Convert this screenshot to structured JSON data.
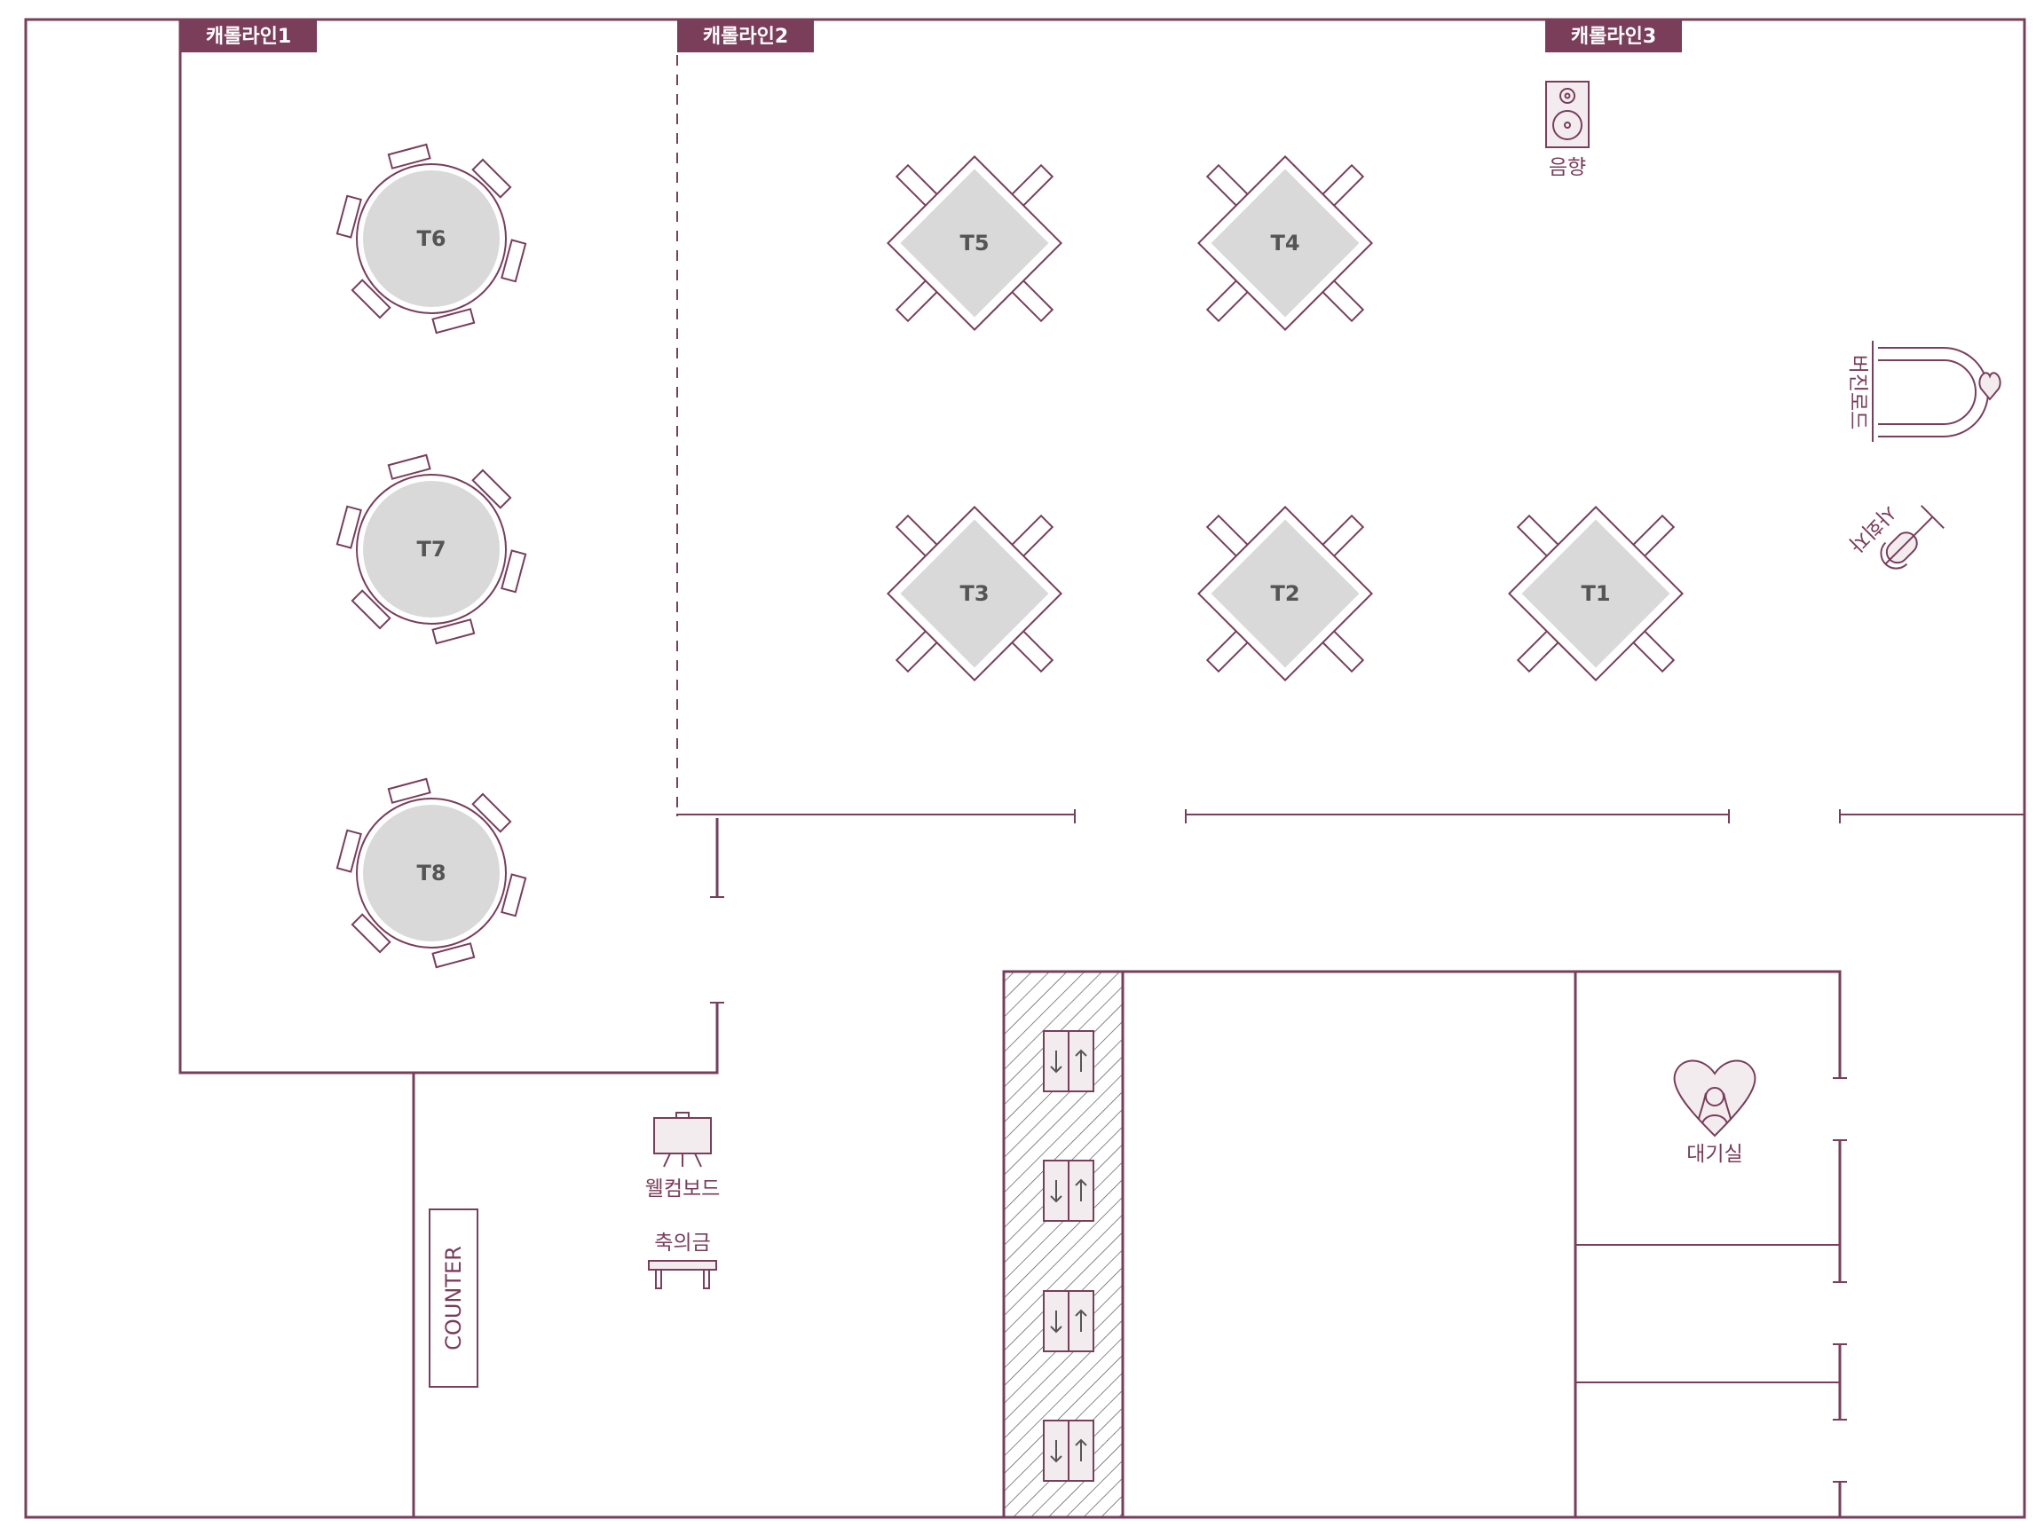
{
  "theme": {
    "line": "#7a3d5a",
    "tag_bg": "#7a3d5a",
    "tag_text": "#ffffff",
    "table_fill": "#d9d9d9",
    "table_label": "#555555",
    "label": "#7a3d5a",
    "hatch": "#555555"
  },
  "zones": [
    {
      "id": "carol1",
      "label": "캐롤라인1"
    },
    {
      "id": "carol2",
      "label": "캐롤라인2"
    },
    {
      "id": "carol3",
      "label": "캐롤라인3"
    }
  ],
  "tables": [
    {
      "id": "T6",
      "label": "T6",
      "shape": "round"
    },
    {
      "id": "T7",
      "label": "T7",
      "shape": "round"
    },
    {
      "id": "T8",
      "label": "T8",
      "shape": "round"
    },
    {
      "id": "T5",
      "label": "T5",
      "shape": "square"
    },
    {
      "id": "T4",
      "label": "T4",
      "shape": "square"
    },
    {
      "id": "T3",
      "label": "T3",
      "shape": "square"
    },
    {
      "id": "T2",
      "label": "T2",
      "shape": "square"
    },
    {
      "id": "T1",
      "label": "T1",
      "shape": "square"
    }
  ],
  "fixtures": {
    "speaker": {
      "label": "음향",
      "icon": "speaker-icon"
    },
    "arch": {
      "label": "버진로드",
      "icon": "heart-arch-icon"
    },
    "officiant": {
      "label": "사회자",
      "icon": "microphone-icon"
    },
    "welcome_board": {
      "label": "웰컴보드",
      "icon": "easel-icon"
    },
    "gift_table": {
      "label": "축의금",
      "icon": "table-icon"
    },
    "counter": {
      "label": "COUNTER"
    },
    "bridal_room": {
      "label": "대기실",
      "icon": "bride-heart-icon"
    },
    "elevator_icon": "elevator-icon"
  }
}
